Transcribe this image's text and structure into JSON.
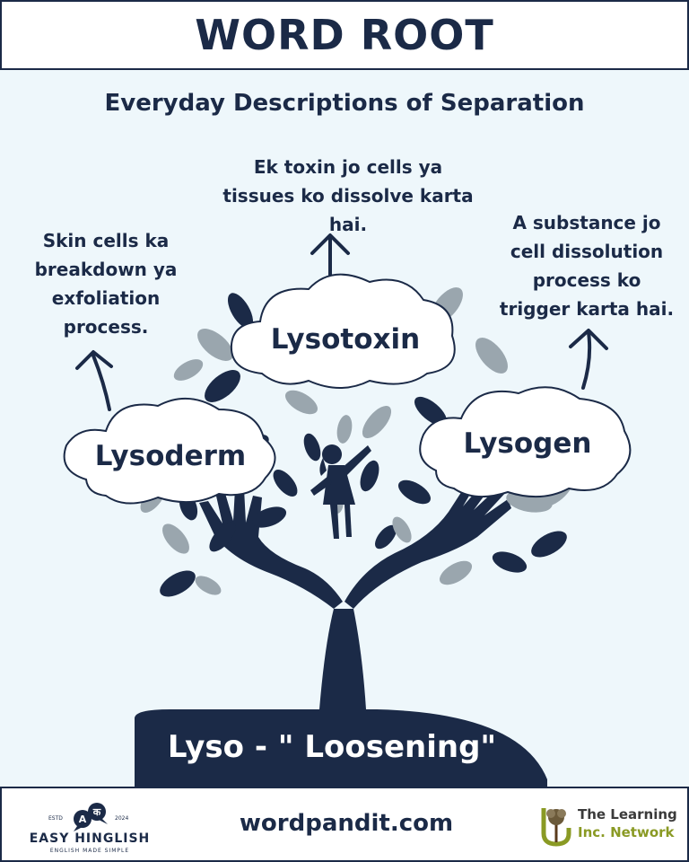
{
  "header": {
    "title": "WORD ROOT"
  },
  "subtitle": "Everyday Descriptions of Separation",
  "words": {
    "left": {
      "word": "Lysoderm",
      "desc": [
        "Skin cells ka",
        "breakdown ya",
        "exfoliation",
        "process."
      ]
    },
    "center": {
      "word": "Lysotoxin",
      "desc": [
        "Ek toxin jo cells ya",
        "tissues ko dissolve karta",
        "hai."
      ]
    },
    "right": {
      "word": "Lysogen",
      "desc": [
        "A substance jo",
        "cell dissolution",
        "process ko",
        "trigger karta hai."
      ]
    }
  },
  "root": {
    "label": "Lyso - \" Loosening\""
  },
  "footer": {
    "site": "wordpandit.com",
    "easy_hinglish": {
      "name": "EASY HINGLISH",
      "tagline": "ENGLISH MADE SIMPLE",
      "estd": "ESTD",
      "year": "2024",
      "glyph_a": "A",
      "glyph_ka": "क"
    },
    "learning": {
      "line1": "The Learning",
      "line2": "Inc. Network"
    }
  },
  "colors": {
    "navy": "#1b2a47",
    "background": "#eef7fb",
    "leaf_grey": "#9aa6ae",
    "olive": "#8a9a24"
  }
}
